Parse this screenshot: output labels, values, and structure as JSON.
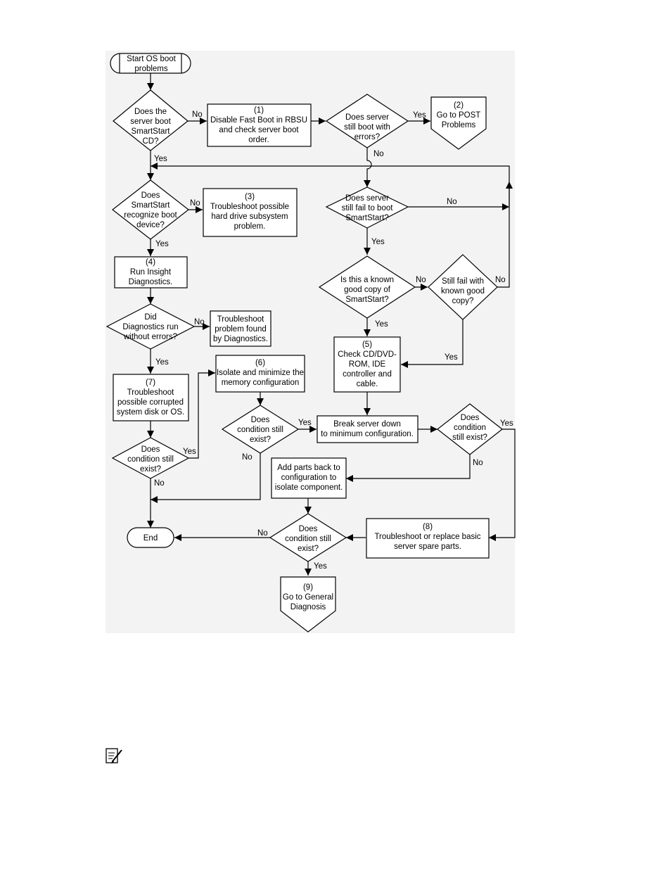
{
  "flowchart": {
    "start": [
      "Start OS boot",
      "problems"
    ],
    "end": "End",
    "q_boot_cd": [
      "Does the",
      "server boot",
      "SmartStart",
      "CD?"
    ],
    "step1": [
      "(1)",
      "Disable Fast Boot in RBSU",
      "and check server boot",
      "order."
    ],
    "q_boot_errors": [
      "Does server",
      "still boot with",
      "errors?"
    ],
    "step2": [
      "(2)",
      "Go to POST",
      "Problems"
    ],
    "q_recognize": [
      "Does",
      "SmartStart",
      "recognize boot",
      "device?"
    ],
    "step3": [
      "(3)",
      "Troubleshoot possible",
      "hard drive subsystem",
      "problem."
    ],
    "q_fail_boot": [
      "Does server",
      "still fail to boot",
      "SmartStart?"
    ],
    "step4": [
      "(4)",
      "Run Insight",
      "Diagnostics."
    ],
    "q_known_copy": [
      "Is this a known",
      "good copy of",
      "SmartStart?"
    ],
    "q_still_fail": [
      "Still fail with",
      "known good",
      "copy?"
    ],
    "q_diag_errors": [
      "Did",
      "Diagnostics run",
      "without errors?"
    ],
    "troubleshoot_diag": [
      "Troubleshoot",
      "problem found",
      "by Diagnostics."
    ],
    "step5": [
      "(5)",
      "Check CD/DVD-",
      "ROM, IDE",
      "controller and",
      "cable."
    ],
    "step6": [
      "(6)",
      "Isolate and minimize the",
      "memory configuration"
    ],
    "step7": [
      "(7)",
      "Troubleshoot",
      "possible corrupted",
      "system disk or OS."
    ],
    "q_cond_6": [
      "Does",
      "condition still",
      "exist?"
    ],
    "break_server": [
      "Break server down",
      "to minimum configuration."
    ],
    "q_cond_break": [
      "Does",
      "condition",
      "still exist?"
    ],
    "q_cond_7": [
      "Does",
      "condition still",
      "exist?"
    ],
    "add_parts": [
      "Add parts back to",
      "configuration to",
      "isolate component."
    ],
    "q_cond_final": [
      "Does",
      "condition still",
      "exist?"
    ],
    "step8": [
      "(8)",
      "Troubleshoot or replace basic",
      "server spare parts."
    ],
    "step9": [
      "(9)",
      "Go to General",
      "Diagnosis"
    ],
    "labels": {
      "yes": "Yes",
      "no": "No"
    }
  },
  "note_icon": "note-icon"
}
